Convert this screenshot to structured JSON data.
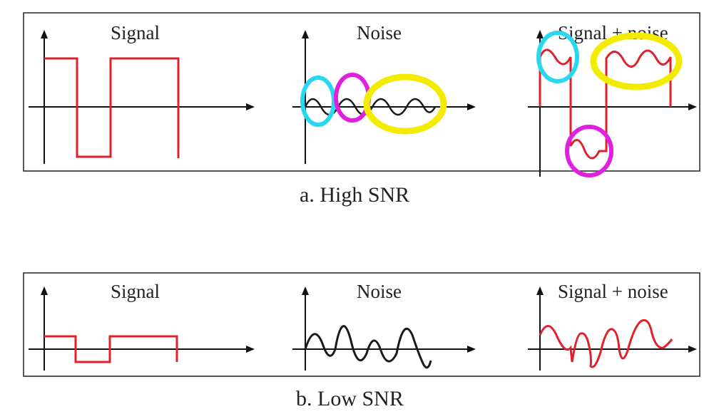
{
  "colors": {
    "axis": "#111111",
    "signal": "#e0202a",
    "noise": "#1a1a1a",
    "cyan": "#27d8ef",
    "magenta": "#e020e0",
    "yellow": "#f4ec00",
    "frame": "#222222"
  },
  "high": {
    "caption": "a. High SNR",
    "signal_title": "Signal",
    "noise_title": "Noise",
    "combined_title": "Signal + noise"
  },
  "low": {
    "caption": "b. Low SNR",
    "signal_title": "Signal",
    "noise_title": "Noise",
    "combined_title": "Signal + noise"
  }
}
